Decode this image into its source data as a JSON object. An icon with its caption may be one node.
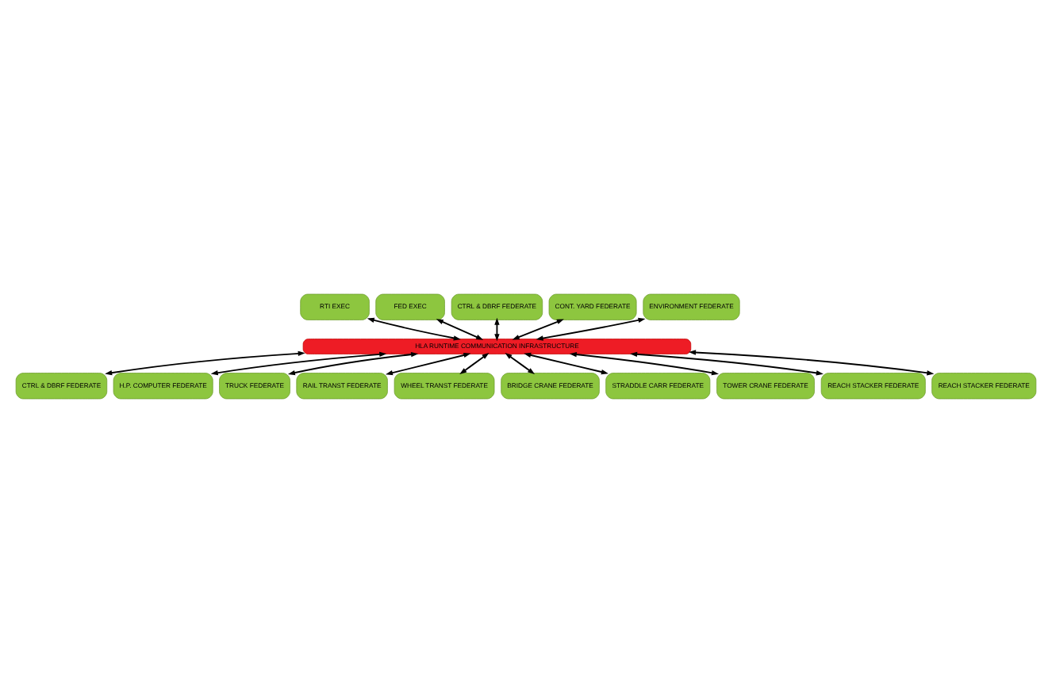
{
  "diagram": {
    "nodes": [
      {
        "text": [
          "RTI EXEC"
        ]
      },
      {
        "text": [
          "FED EXEC"
        ]
      },
      {
        "text": [
          "CTRL & DBRF FEDERATE"
        ]
      },
      {
        "text": [
          "CONT. YARD FEDERATE"
        ]
      },
      {
        "text": [
          "ENVIRONMENT FEDERATE"
        ]
      },
      {
        "text": [
          "HLA RUNTIME COMMUNICATION INFRASTRUCTURE"
        ]
      },
      {
        "text": [
          "CTRL & DBRF FEDERATE"
        ]
      },
      {
        "text": [
          "H.P. COMPUTER FEDERATE"
        ]
      },
      {
        "text": [
          "TRUCK FEDERATE"
        ]
      },
      {
        "text": [
          "RAIL TRANST FEDERATE"
        ]
      },
      {
        "text": [
          "WHEEL TRANST FEDERATE"
        ]
      },
      {
        "text": [
          "BRIDGE CRANE FEDERATE"
        ]
      },
      {
        "text": [
          "STRADDLE CARR FEDERATE"
        ]
      },
      {
        "text": [
          "TOWER CRANE FEDERATE"
        ]
      },
      {
        "text": [
          "REACH STACKER FEDERATE"
        ]
      },
      {
        "text": [
          "REACH STACKER FEDERATE"
        ]
      }
    ],
    "edges": [
      {
        "from": 0,
        "to": 5,
        "arrow": "both"
      },
      {
        "from": 1,
        "to": 5,
        "arrow": "both"
      },
      {
        "from": 2,
        "to": 5,
        "arrow": "both"
      },
      {
        "from": 3,
        "to": 5,
        "arrow": "both"
      },
      {
        "from": 4,
        "to": 5,
        "arrow": "both"
      },
      {
        "from": 5,
        "to": 6,
        "arrow": "both"
      },
      {
        "from": 5,
        "to": 11,
        "arrow": "both"
      },
      {
        "from": 5,
        "to": 7,
        "arrow": "both"
      },
      {
        "from": 5,
        "to": 12,
        "arrow": "both"
      },
      {
        "from": 5,
        "to": 15,
        "arrow": "both"
      },
      {
        "from": 5,
        "to": 8,
        "arrow": "both"
      },
      {
        "from": 5,
        "to": 13,
        "arrow": "both"
      },
      {
        "from": 5,
        "to": 9,
        "arrow": "both"
      },
      {
        "from": 5,
        "to": 14,
        "arrow": "both"
      },
      {
        "from": 5,
        "to": 10,
        "arrow": "both"
      }
    ]
  }
}
